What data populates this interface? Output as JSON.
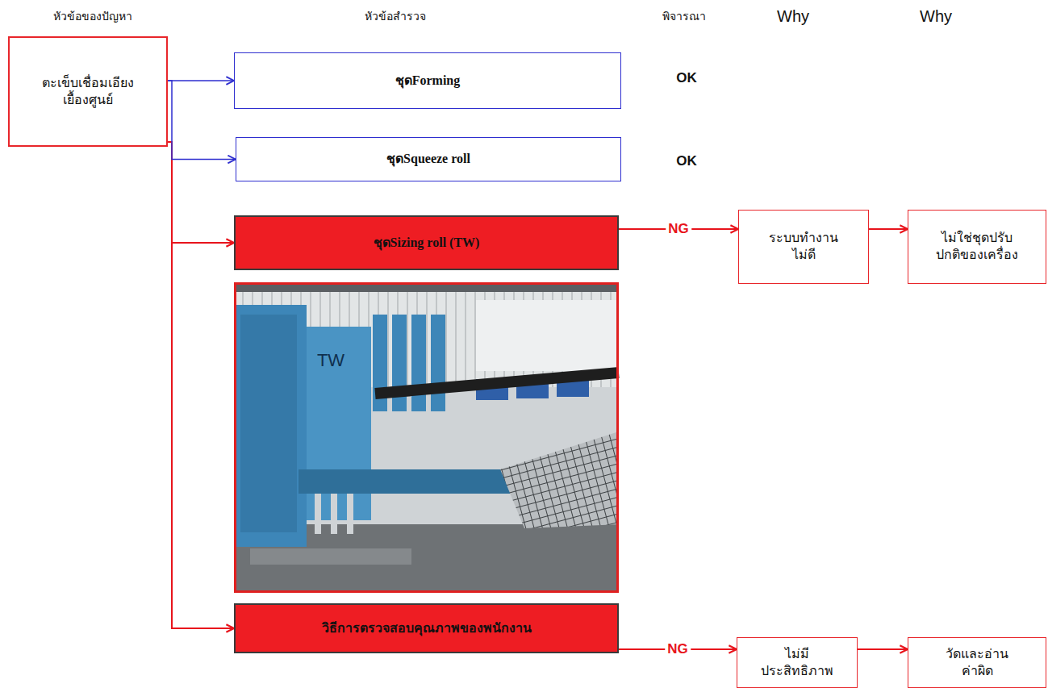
{
  "diagram": {
    "nodes": [
      {
        "text": [
          "ตะเข็บเชื่อมเอียง เยื้องศูนย์"
        ]
      },
      {
        "text": [
          "ชุดForming"
        ]
      },
      {
        "text": [
          "ชุดSqueeze roll"
        ]
      },
      {
        "text": [
          "ชุดSizing roll (TW)"
        ]
      },
      {
        "text": [
          "ระบบทำงาน ไม่ดี"
        ]
      },
      {
        "text": [
          "ไม่ใช่ชุดปรับ ปกติของเครื่อง"
        ]
      },
      {
        "text": [
          "วิธีการตรวจสอบคุณภาพของพนักงาน"
        ]
      },
      {
        "text": [
          "ไม่มี ประสิทธิภาพ"
        ]
      },
      {
        "text": [
          "วัดและอ่าน ค่าผิด"
        ]
      }
    ],
    "edges": [
      {
        "from": 0,
        "to": 1,
        "arrow": "to"
      },
      {
        "from": 0,
        "to": 2,
        "arrow": "to"
      },
      {
        "from": 0,
        "to": 3,
        "arrow": "to"
      },
      {
        "from": 0,
        "to": 6,
        "arrow": "to"
      },
      {
        "from": 3,
        "to": 4,
        "arrow": "to",
        "label": "NG"
      },
      {
        "from": 4,
        "to": 5,
        "arrow": "to"
      },
      {
        "from": 6,
        "to": 7,
        "arrow": "to",
        "label": "NG"
      },
      {
        "from": 7,
        "to": 8,
        "arrow": "to"
      }
    ],
    "labels": [
      "หัวข้อของปัญหา",
      "หัวข้อสำรวจ",
      "พิจารณา",
      "Why",
      "Why",
      "OK",
      "OK",
      "TW"
    ]
  }
}
